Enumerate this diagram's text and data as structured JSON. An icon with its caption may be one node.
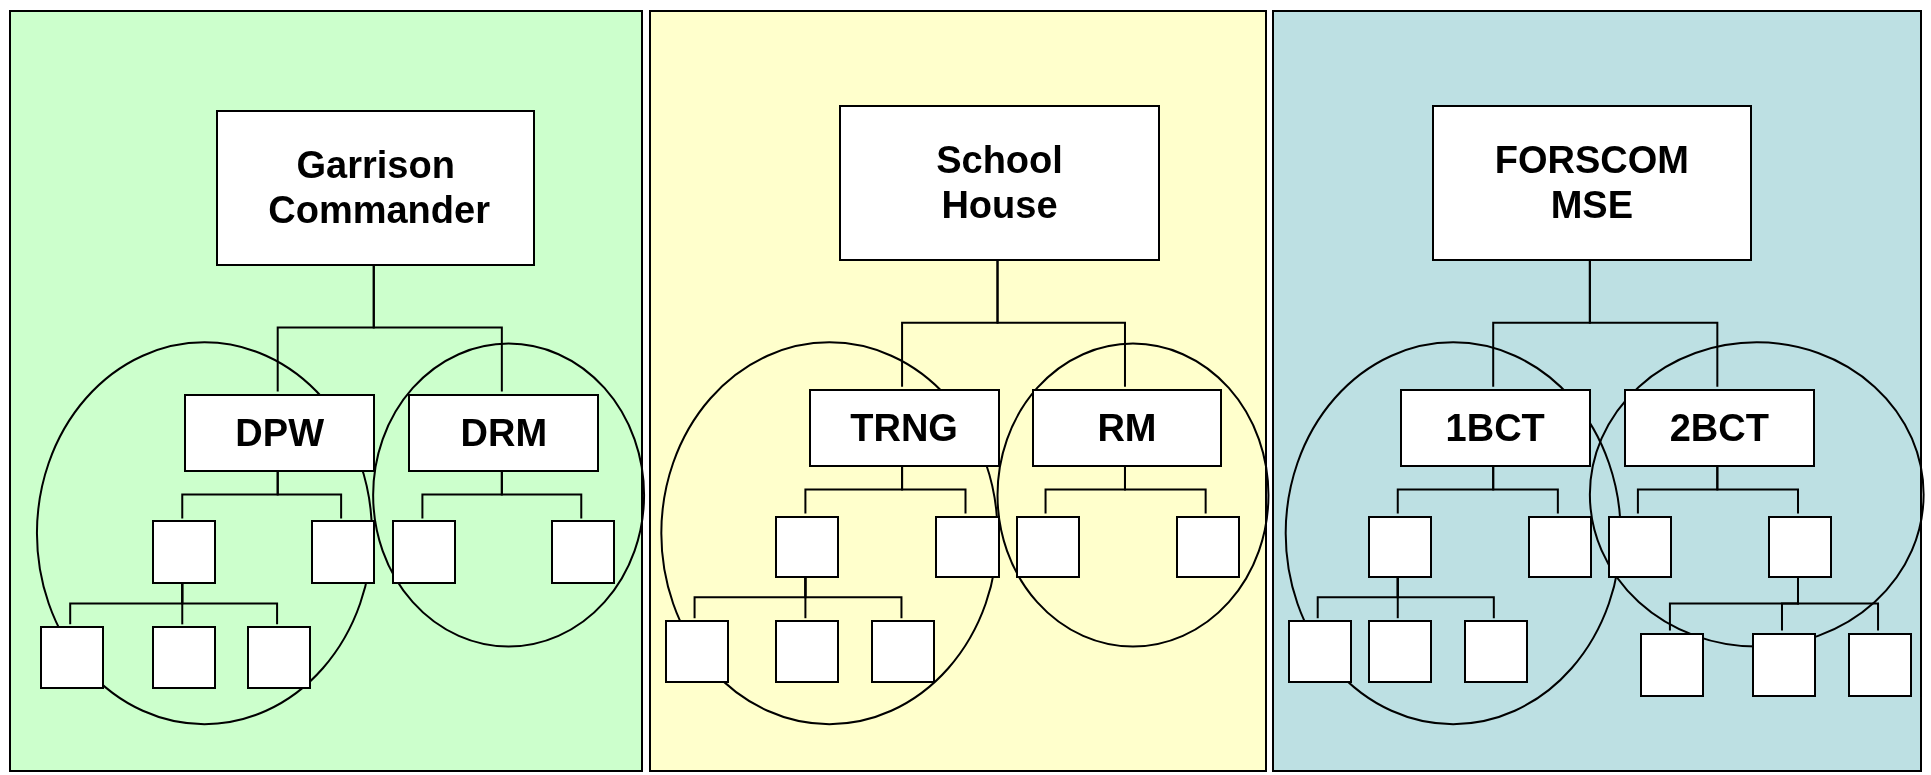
{
  "diagram": {
    "nodes": [
      {
        "text": [],
        "shape": "box"
      },
      {
        "text": [
          "Garrison Commander"
        ],
        "in": 0
      },
      {
        "text": [
          "DPW"
        ],
        "in": 0
      },
      {
        "text": [
          "DRM"
        ],
        "in": 0
      },
      {
        "text": [],
        "shape": "box",
        "in": 0
      },
      {
        "text": [],
        "shape": "box",
        "in": 0
      },
      {
        "text": [],
        "shape": "box",
        "in": 0
      },
      {
        "text": [],
        "shape": "box",
        "in": 0
      },
      {
        "text": [],
        "shape": "box",
        "in": 0
      },
      {
        "text": [],
        "shape": "box",
        "in": 0
      },
      {
        "text": [],
        "shape": "box",
        "in": 0
      },
      {
        "text": [],
        "shape": "box"
      },
      {
        "text": [
          "School House"
        ],
        "in": 11
      },
      {
        "text": [
          "TRNG"
        ],
        "in": 11
      },
      {
        "text": [
          "RM"
        ],
        "in": 11
      },
      {
        "text": [],
        "shape": "box",
        "in": 11
      },
      {
        "text": [],
        "shape": "box",
        "in": 11
      },
      {
        "text": [],
        "shape": "box",
        "in": 11
      },
      {
        "text": [],
        "shape": "box",
        "in": 11
      },
      {
        "text": [],
        "shape": "box",
        "in": 11
      },
      {
        "text": [],
        "shape": "box",
        "in": 11
      },
      {
        "text": [],
        "shape": "box",
        "in": 11
      },
      {
        "text": [],
        "shape": "box"
      },
      {
        "text": [
          "FORSCOM MSE"
        ],
        "in": 22
      },
      {
        "text": [
          "1BCT"
        ],
        "in": 22
      },
      {
        "text": [
          "2BCT"
        ],
        "in": 22
      },
      {
        "text": [],
        "shape": "box",
        "in": 22
      },
      {
        "text": [],
        "shape": "box",
        "in": 22
      },
      {
        "text": [],
        "shape": "box",
        "in": 22
      },
      {
        "text": [],
        "shape": "box",
        "in": 22
      },
      {
        "text": [],
        "shape": "box",
        "in": 22
      },
      {
        "text": [],
        "shape": "box",
        "in": 22
      },
      {
        "text": [],
        "shape": "box",
        "in": 22
      },
      {
        "text": [],
        "shape": "box",
        "in": 22
      },
      {
        "text": [],
        "shape": "box",
        "in": 22
      },
      {
        "text": [],
        "shape": "box",
        "in": 22
      }
    ],
    "edges": [
      {
        "from": 1,
        "to": 2,
        "arrow": "none"
      },
      {
        "from": 1,
        "to": 3,
        "arrow": "none"
      },
      {
        "from": 2,
        "to": 4,
        "arrow": "none"
      },
      {
        "from": 2,
        "to": 5,
        "arrow": "none"
      },
      {
        "from": 4,
        "to": 6,
        "arrow": "none"
      },
      {
        "from": 4,
        "to": 7,
        "arrow": "none"
      },
      {
        "from": 4,
        "to": 8,
        "arrow": "none"
      },
      {
        "from": 3,
        "to": 9,
        "arrow": "none"
      },
      {
        "from": 3,
        "to": 10,
        "arrow": "none"
      },
      {
        "from": 12,
        "to": 13,
        "arrow": "none"
      },
      {
        "from": 12,
        "to": 14,
        "arrow": "none"
      },
      {
        "from": 13,
        "to": 15,
        "arrow": "none"
      },
      {
        "from": 13,
        "to": 16,
        "arrow": "none"
      },
      {
        "from": 15,
        "to": 17,
        "arrow": "none"
      },
      {
        "from": 15,
        "to": 18,
        "arrow": "none"
      },
      {
        "from": 15,
        "to": 19,
        "arrow": "none"
      },
      {
        "from": 14,
        "to": 20,
        "arrow": "none"
      },
      {
        "from": 14,
        "to": 21,
        "arrow": "none"
      },
      {
        "from": 23,
        "to": 24,
        "arrow": "none"
      },
      {
        "from": 23,
        "to": 25,
        "arrow": "none"
      },
      {
        "from": 24,
        "to": 26,
        "arrow": "none"
      },
      {
        "from": 24,
        "to": 27,
        "arrow": "none"
      },
      {
        "from": 26,
        "to": 28,
        "arrow": "none"
      },
      {
        "from": 26,
        "to": 29,
        "arrow": "none"
      },
      {
        "from": 26,
        "to": 30,
        "arrow": "none"
      },
      {
        "from": 25,
        "to": 31,
        "arrow": "none"
      },
      {
        "from": 25,
        "to": 32,
        "arrow": "none"
      },
      {
        "from": 32,
        "to": 33,
        "arrow": "none"
      },
      {
        "from": 32,
        "to": 34,
        "arrow": "none"
      },
      {
        "from": 32,
        "to": 35,
        "arrow": "none"
      }
    ]
  }
}
